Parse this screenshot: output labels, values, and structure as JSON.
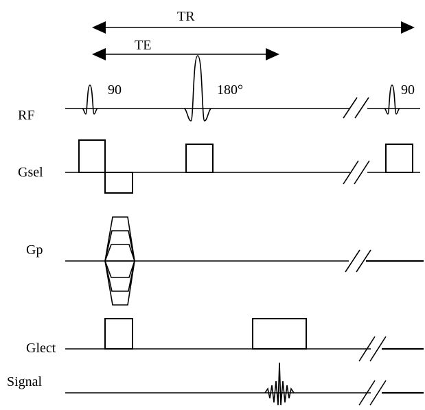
{
  "timing": {
    "tr_label": "TR",
    "te_label": "TE"
  },
  "rows": {
    "rf": "RF",
    "gsel": "Gsel",
    "gp": "Gp",
    "glect": "Glect",
    "signal": "Signal"
  },
  "pulses": {
    "first_flip": "90",
    "refocus": "180°",
    "next_flip": "90"
  }
}
